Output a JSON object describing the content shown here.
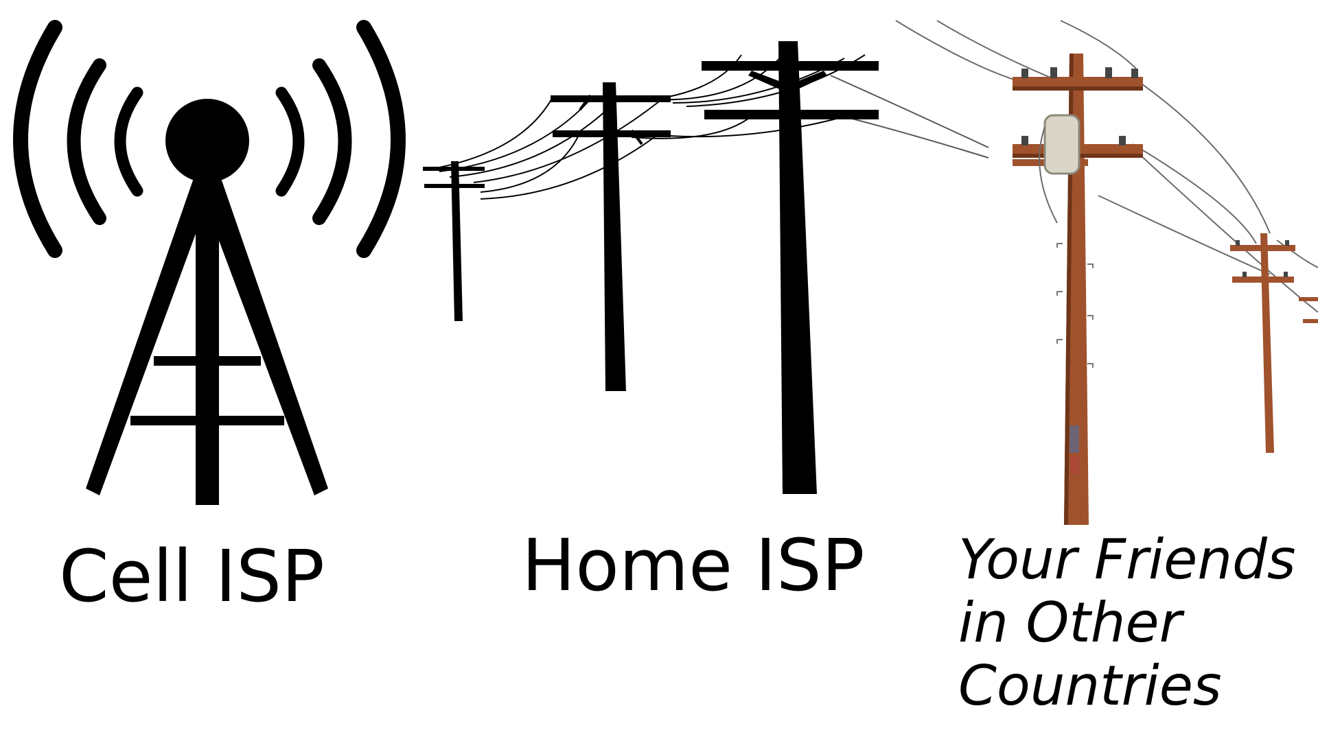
{
  "labels": {
    "cell": "Cell ISP",
    "home": "Home ISP",
    "friends": [
      "Your Friends",
      "in Other",
      "Countries"
    ]
  },
  "colors": {
    "ink": "#000000",
    "wood": "#a0522d",
    "wood_dark": "#6e3518",
    "transformer": "#d9d6c8",
    "background": "#ffffff"
  },
  "icons": {
    "cell_tower": "cell-tower-icon",
    "home_poles": "utility-pole-silhouettes",
    "friends_poles": "wooden-utility-poles"
  }
}
